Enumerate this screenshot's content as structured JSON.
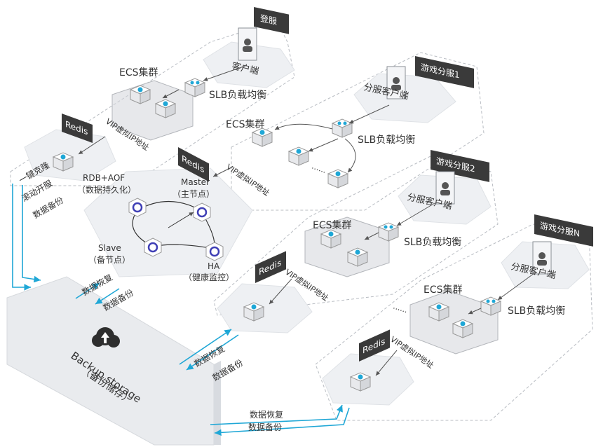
{
  "zones": {
    "login": "登服",
    "shard1": "游戏分服1",
    "shard2": "游戏分服2",
    "shardN": "游戏分服N"
  },
  "labels": {
    "client": "客户端",
    "shard_client": "分服客户端",
    "slb": "SLB负载均衡",
    "ecs": "ECS集群",
    "redis": "Redis",
    "vip": "VIP虚拟IP地址",
    "rdb_aof": "RDB+AOF",
    "persist": "（数据持久化）",
    "master": "Master",
    "master_sub": "（主节点）",
    "slave": "Slave",
    "slave_sub": "（备节点）",
    "ha": "HA",
    "ha_sub": "（健康监控）",
    "one_click": "一键克隆",
    "rolling": "滚动开服",
    "backup_data": "数据备份",
    "restore_data": "数据恢复",
    "storage_en": "Backup storage",
    "storage_cn": "（备份储存）",
    "ellipsis": "......"
  },
  "colors": {
    "accent": "#1fa7d6",
    "tag": "#3a3a3a",
    "plate": "#eef0f3",
    "node_ring": "#3f3fb5"
  }
}
